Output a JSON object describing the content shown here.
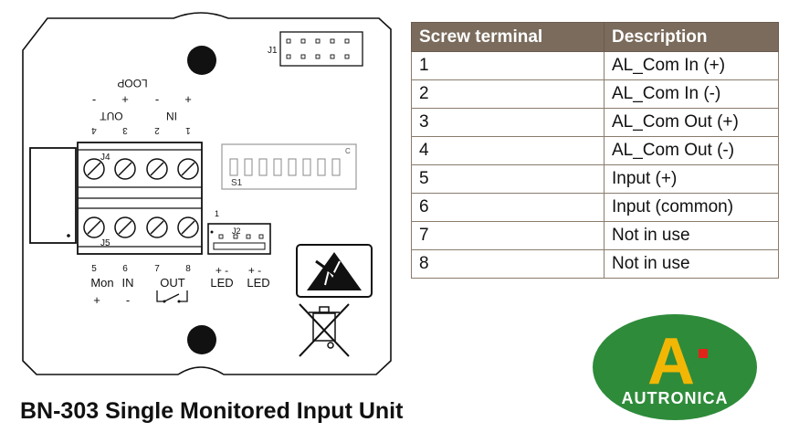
{
  "board": {
    "j1_label": "J1",
    "loop_label": "LOOP",
    "out_label": "OUT",
    "in_label": "IN",
    "top_pin_numbers": [
      "4",
      "3",
      "2",
      "1"
    ],
    "top_polarity": [
      "-",
      "+",
      "-",
      "+"
    ],
    "j4_label": "J4",
    "j5_label": "J5",
    "s1_label": "S1",
    "c_label": "C",
    "j2_label": "J2",
    "j2_pin1": "1",
    "bottom_pin_numbers": [
      "5",
      "6",
      "7",
      "8"
    ],
    "mon_label": "Mon",
    "in2_label": "IN",
    "out2_label": "OUT",
    "mon_plus": "+",
    "in_minus": "-",
    "led_polarity_1": "+ -",
    "led_polarity_2": "+ -",
    "led1_label": "LED",
    "led2_label": "LED"
  },
  "title": "BN-303 Single Monitored Input Unit",
  "table": {
    "headers": [
      "Screw terminal",
      "Description"
    ],
    "rows": [
      {
        "terminal": "1",
        "description": "AL_Com In (+)"
      },
      {
        "terminal": "2",
        "description": "AL_Com In (-)"
      },
      {
        "terminal": "3",
        "description": "AL_Com Out (+)"
      },
      {
        "terminal": "4",
        "description": "AL_Com Out (-)"
      },
      {
        "terminal": "5",
        "description": "Input (+)"
      },
      {
        "terminal": "6",
        "description": "Input (common)"
      },
      {
        "terminal": "7",
        "description": "Not in use"
      },
      {
        "terminal": "8",
        "description": "Not in use"
      }
    ]
  },
  "logo": {
    "text": "AUTRONICA",
    "letter": "A",
    "background_color": "#2e8b3a",
    "letter_color": "#f2b705",
    "accent_color": "#e2231a"
  }
}
